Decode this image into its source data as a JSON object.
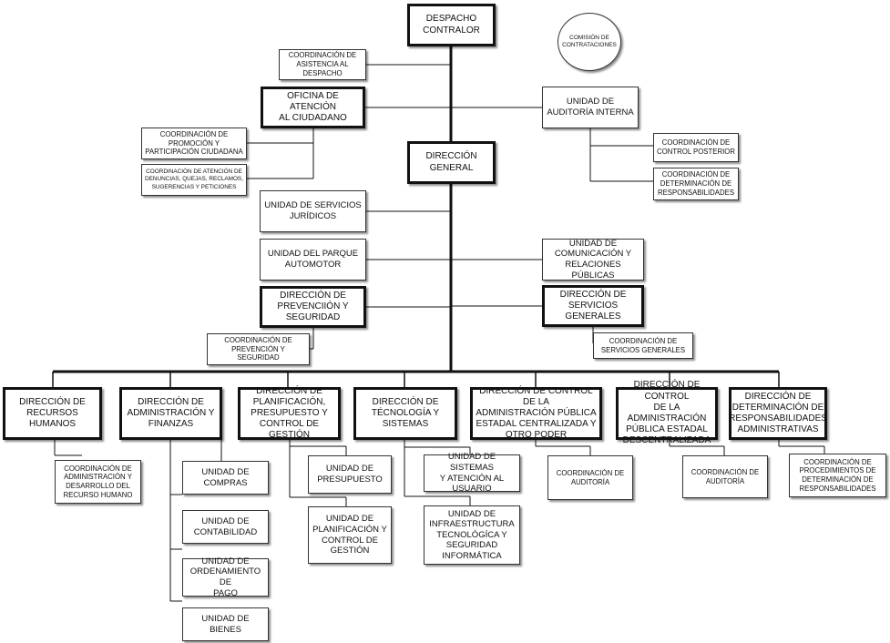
{
  "org": {
    "despacho": "DESPACHO\nCONTRALOR",
    "comision": "COMISIÓN DE\nCONTRATACIONES",
    "coord_asistencia": "COORDINACIÓN DE\nASISTENCIA AL\nDESPACHO",
    "oficina_atencion": "OFICINA DE ATENCIÓN\nAL CIUDADANO",
    "auditoria_interna": "UNIDAD DE\nAUDITORÍA INTERNA",
    "coord_promocion": "COORDINACIÓN DE\nPROMOCIÓN Y\nPARTICIPACIÓN CIUDADANA",
    "coord_denuncias": "COORDINACIÓN DE ATENCIÓN DE\nDENUNCIAS, QUEJAS, RECLAMOS,\nSUGERENCIAS Y PETICIONES",
    "direccion_general": "DIRECCIÓN\nGENERAL",
    "coord_control_posterior": "COORDINACIÓN DE\nCONTROL POSTERIOR",
    "coord_determinacion_resp": "COORDINACIÓN DE\nDETERMINACIÓN DE\nRESPONSABILIDADES",
    "servicios_juridicos": "UNIDAD DE SERVICIOS\nJURÍDICOS",
    "parque_automotor": "UNIDAD DEL PARQUE\nAUTOMOTOR",
    "comunicacion": "UNIDAD DE\nCOMUNICACIÓN Y\nRELACIONES PÚBLICAS",
    "prevencion": "DIRECCIÓN DE\nPREVENCIIÓN Y\nSEGURIDAD",
    "servicios_generales": "DIRECCIÓN DE\nSERVICIOS GENERALES",
    "coord_prevencion": "COORDINACIÓN DE\nPREVENCIÓN Y\nSEGURIDAD",
    "coord_servicios_generales": "COORDINACIÓN DE\nSERVICIOS GENERALES",
    "rrhh": "DIRECCIÓN DE\nRECURSOS HUMANOS",
    "admin_finanzas": "DIRECCIÓN DE\nADMINISTRACIÓN Y\nFINANZAS",
    "planificacion": "DIRECCIÓN DE\nPLANIFICACIÓN,\nPRESUPUESTO Y\nCONTROL DE GESTIÓN",
    "tecnologia": "DIRECCIÓN DE\nTÉCNOLOGÍA Y\nSISTEMAS",
    "control_centralizada": "DIRECCIÓN DE CONTROL DE LA\nADMINISTRACIÓN PÚBLICA\nESTADAL CENTRALIZADA Y\nOTRO PODER",
    "control_descentralizada": "DIRECCIÓN DE CONTROL\nDE LA ADMINISTRACIÓN\nPÚBLICA ESTADAL\nDESCENTRALIZADA",
    "determinacion_resp": "DIRECCIÓN DE\nDETERMINACIÓN DE\nRESPONSABILIDADES\nADMINISTRATIVAS",
    "coord_admin_rrhh": "COORDINACIÓN DE\nADMINISTRACIÓN Y\nDESARROLLO DEL\nRECURSO HUMANO",
    "compras": "UNIDAD DE\nCOMPRAS",
    "contabilidad": "UNIDAD DE\nCONTABILIDAD",
    "ordenamiento_pago": "UNIDAD DE\nORDENAMIENTO DE\nPAGO",
    "bienes": "UNIDAD DE BIENES",
    "presupuesto": "UNIDAD DE\nPRESUPUESTO",
    "planificacion_control": "UNIDAD DE\nPLANIFICACIÓN Y\nCONTROL DE\nGESTIÓN",
    "sistemas_atencion": "UNIDAD DE SISTEMAS\nY ATENCIÓN AL\nUSUARIO",
    "infraestructura": "UNIDAD DE\nINFRAESTRUCTURA\nTECNOLÓGÍCA Y\nSEGURIDAD\nINFORMÁTICA",
    "coord_auditoria_1": "COORDINACIÓN DE\nAUDITORÍA",
    "coord_auditoria_2": "COORDINACIÓN DE\nAUDITORÍA",
    "coord_procedimientos": "COORDINACIÓN DE\nPROCEDIMIENTOS DE\nDETERMINACIÓN DE\nRESPONSABILIDADES"
  }
}
